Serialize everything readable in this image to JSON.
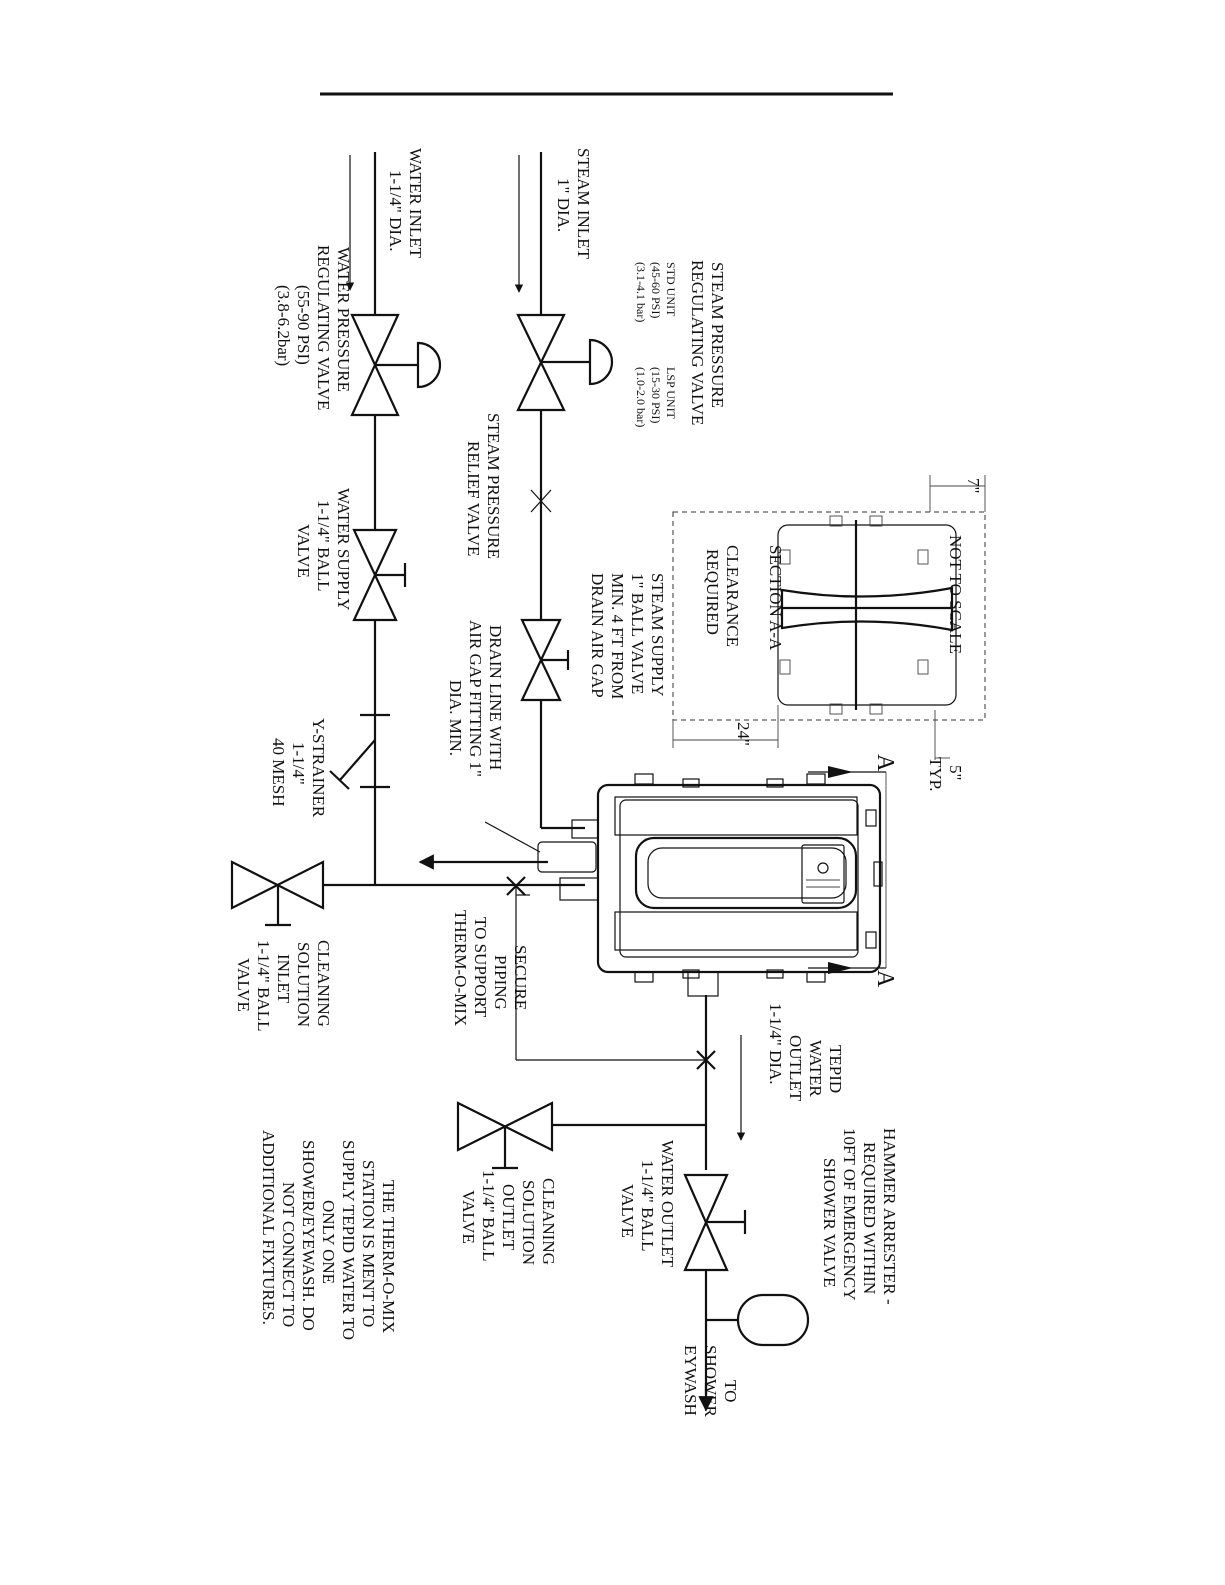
{
  "labels": {
    "water_inlet": [
      "WATER INLET",
      "1-1/4\" DIA."
    ],
    "steam_inlet": [
      "STEAM INLET",
      "1\" DIA."
    ],
    "steam_prv": [
      "STEAM PRESSURE",
      "REGULATING VALVE"
    ],
    "steam_prv_units": [
      "STD UNIT",
      "LSP UNIT"
    ],
    "steam_prv_psi": [
      "(45-60 PSI)",
      "(15-30 PSI)"
    ],
    "steam_prv_bar": [
      "(3.1-4.1 bar)",
      "(1.0-2.0 bar)"
    ],
    "water_prv": [
      "WATER PRESSURE",
      "REGULATING VALVE",
      "(55-90 PSI)",
      "(3.8-6.2bar)"
    ],
    "steam_relief": [
      "STEAM PRESSURE",
      "RELIEF VALVE"
    ],
    "water_supply": [
      "WATER SUPPLY",
      "1-1/4\" BALL",
      "VALVE"
    ],
    "steam_supply": [
      "STEAM SUPPLY",
      "1\" BALL VALVE",
      "MIN. 4 FT FROM",
      "DRAIN AIR GAP"
    ],
    "ystrainer": [
      "Y-STRAINER",
      "1-1/4\"",
      "40 MESH"
    ],
    "drain": [
      "DRAIN LINE WITH",
      "AIR GAP FITTING 1\"",
      "DIA. MIN."
    ],
    "not_to_scale": "NOT TO SCALE",
    "section": "SECTION A-A",
    "clearance": [
      "CLEARANCE",
      "REQUIRED"
    ],
    "dim_7": "7\"",
    "dim_24": "24\"",
    "dim_5": [
      "5\"",
      "TYP."
    ],
    "section_mark": "A",
    "tepid": [
      "TEPID",
      "WATER",
      "OUTLET",
      "1-1/4\" DIA."
    ],
    "secure": [
      "SECURE",
      "PIPING",
      "TO SUPPORT",
      "THERM-O-MIX"
    ],
    "cleaning_inlet": [
      "CLEANING",
      "SOLUTION",
      "INLET",
      "1-1/4\" BALL",
      "VALVE"
    ],
    "hammer": [
      "HAMMER ARRESTER -",
      "REQUIRED WITHIN",
      "10FT OF EMERGENCY",
      "SHOWER VALVE"
    ],
    "water_outlet": [
      "WATER OUTLET",
      "1-1/4\" BALL",
      "VALVE"
    ],
    "cleaning_outlet": [
      "CLEANING",
      "SOLUTION",
      "OUTLET",
      "1-1/4\" BALL",
      "VALVE"
    ],
    "to_shower": [
      "TO",
      "SHOWER",
      "EYWASH"
    ],
    "note": [
      "THE THERM-O-MIX",
      "STATION IS MENT TO",
      "SUPPLY TEPID WATER TO",
      "ONLY ONE",
      "SHOWER/EYEWASH. DO",
      "NOT CONNECT TO",
      "ADDITIONAL FIXTURES."
    ]
  }
}
